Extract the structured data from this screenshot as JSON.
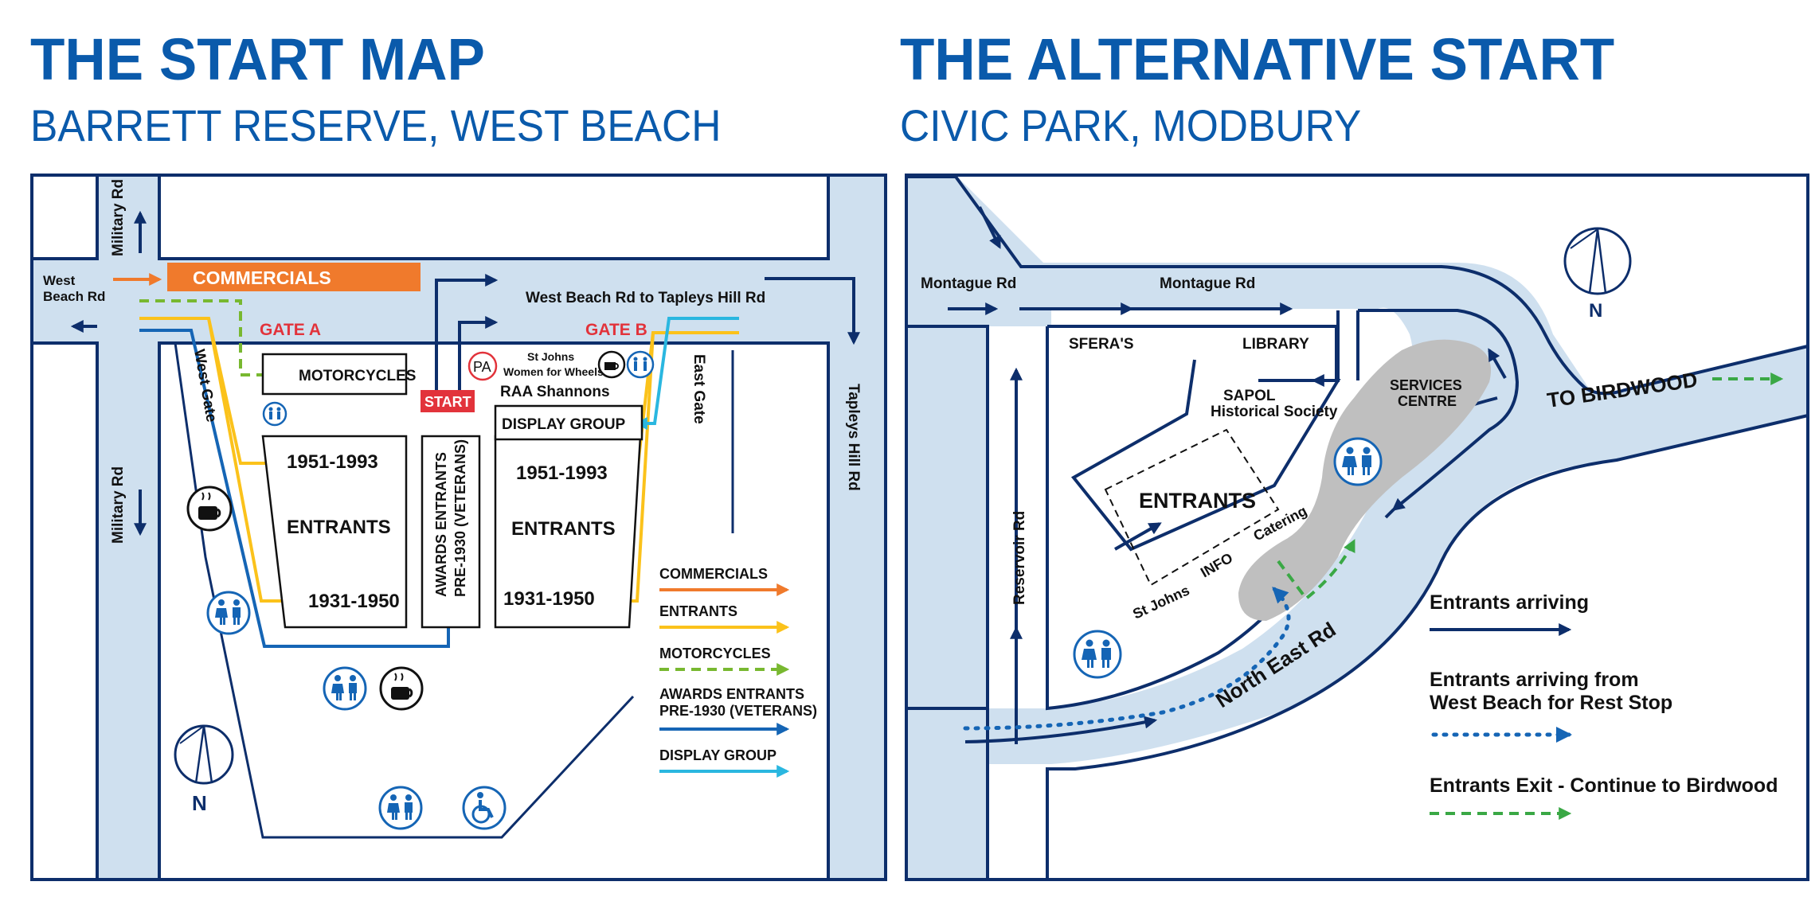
{
  "left": {
    "title": "THE START MAP",
    "subtitle": "BARRETT RESERVE, WEST BEACH",
    "roads": {
      "military_rd_top": "Military Rd",
      "military_rd_bottom": "Military Rd",
      "west_beach_rd": [
        "West",
        "Beach Rd"
      ],
      "west_beach_to_tapleys": "West Beach Rd to Tapleys Hill Rd",
      "tapleys_hill_rd": "Tapleys Hill Rd",
      "west_gate": "West Gate",
      "east_gate": "East Gate"
    },
    "labels": {
      "commercials": "COMMERCIALS",
      "gate_a": "GATE A",
      "gate_b": "GATE B",
      "motorcycles": "MOTORCYCLES",
      "start": "START",
      "pa": "PA",
      "st_johns": [
        "St Johns",
        "Women for Wheels"
      ],
      "raa_shannons": "RAA Shannons",
      "display_group": "DISPLAY GROUP",
      "awards": [
        "AWARDS  ENTRANTS",
        "PRE-1930 (VETERANS)"
      ],
      "left_block": {
        "top": "1951-1993",
        "mid": "ENTRANTS",
        "bottom": "1931-1950"
      },
      "right_block": {
        "top": "1951-1993",
        "mid": "ENTRANTS",
        "bottom": "1931-1950"
      },
      "north": "N"
    },
    "legend": [
      {
        "label": "COMMERCIALS",
        "color": "#f07a2c",
        "style": "solid"
      },
      {
        "label": "ENTRANTS",
        "color": "#fbc21b",
        "style": "solid"
      },
      {
        "label": "MOTORCYCLES",
        "color": "#78b830",
        "style": "dashed"
      },
      {
        "label": [
          "AWARDS  ENTRANTS",
          "PRE-1930 (VETERANS)"
        ],
        "color": "#1565b5",
        "style": "solid"
      },
      {
        "label": "DISPLAY GROUP",
        "color": "#2ab7e0",
        "style": "solid"
      }
    ],
    "icons": [
      "toilets-icon",
      "coffee-icon",
      "accessible-icon",
      "north-arrow-icon"
    ]
  },
  "right": {
    "title": "THE ALTERNATIVE START",
    "subtitle": "CIVIC PARK, MODBURY",
    "roads": {
      "montague_rd_1": "Montague Rd",
      "montague_rd_2": "Montague Rd",
      "reservoir_rd": "Reservoir Rd",
      "north_east_rd": "North East Rd",
      "to_birdwood": "TO BIRDWOOD"
    },
    "labels": {
      "sferas": "SFERA'S",
      "library": "LIBRARY",
      "sapol": [
        "SAPOL",
        "Historical Society"
      ],
      "services_centre": [
        "SERVICES",
        "CENTRE"
      ],
      "entrants": "ENTRANTS",
      "catering": "Catering",
      "info": "INFO",
      "st_johns": "St Johns",
      "north": "N"
    },
    "legend": [
      {
        "label": [
          "Entrants arriving"
        ],
        "color": "#0d2e6b",
        "style": "solid"
      },
      {
        "label": [
          "Entrants arriving from",
          "West Beach for Rest Stop"
        ],
        "color": "#1565b5",
        "style": "dotted"
      },
      {
        "label": [
          "Entrants Exit - Continue to Birdwood"
        ],
        "color": "#3aa845",
        "style": "dashed"
      }
    ]
  },
  "colors": {
    "title_blue": "#0a5aab",
    "navy": "#0d2e6b",
    "road": "#cfe0ef",
    "gate_red": "#e2333b",
    "commercial_orange": "#f07a2c",
    "entrant_yellow": "#fbc21b",
    "motorcycle_green": "#78b830",
    "awards_blue": "#1565b5",
    "display_cyan": "#2ab7e0",
    "exit_green": "#3aa845",
    "grey_area": "#bfbfbf"
  }
}
